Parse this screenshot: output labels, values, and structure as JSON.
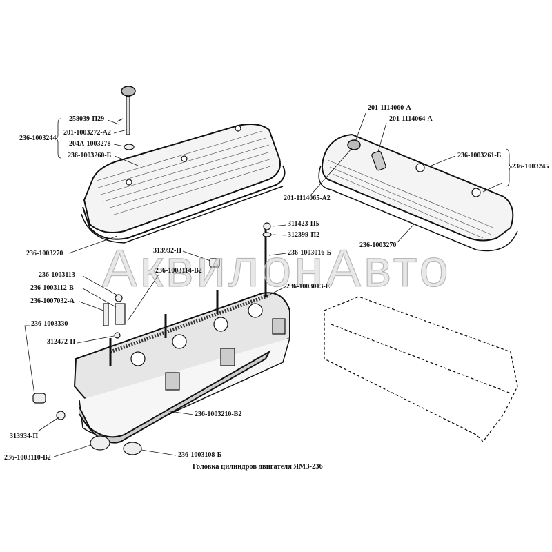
{
  "watermark": "АквилонАвто",
  "caption": "Головка цилиндров двигателя ЯМЗ-236",
  "labels": {
    "l258039": "258039-П29",
    "l1003272": "201-1003272-А2",
    "l1003244": "236-1003244",
    "l1003278": "204А-1003278",
    "l1003260": "236-1003260-Б",
    "l1114060": "201-1114060-А",
    "l1114064": "201-1114064-А",
    "l1003261": "236-1003261-Б",
    "l1003245": "236-1003245",
    "l1114065": "201-1114065-А2",
    "l1003270r": "236-1003270",
    "l1003270l": "236-1003270",
    "l311423": "311423-П5",
    "l312399": "312399-П2",
    "l313992": "313992-П",
    "l1003016": "236-1003016-Б",
    "l1003114": "236-1003114-В2",
    "l1003113": "236-1003113",
    "l1003013": "236-1003013-Е",
    "l1003112": "236-1003112-В",
    "l1007032": "236-1007032-А",
    "l1003330": "236-1003330",
    "l312472": "312472-П",
    "l1003210": "236-1003210-В2",
    "l313934": "313934-П",
    "l1003110": "236-1003110-В2",
    "l1003108": "236-1003108-Б"
  }
}
